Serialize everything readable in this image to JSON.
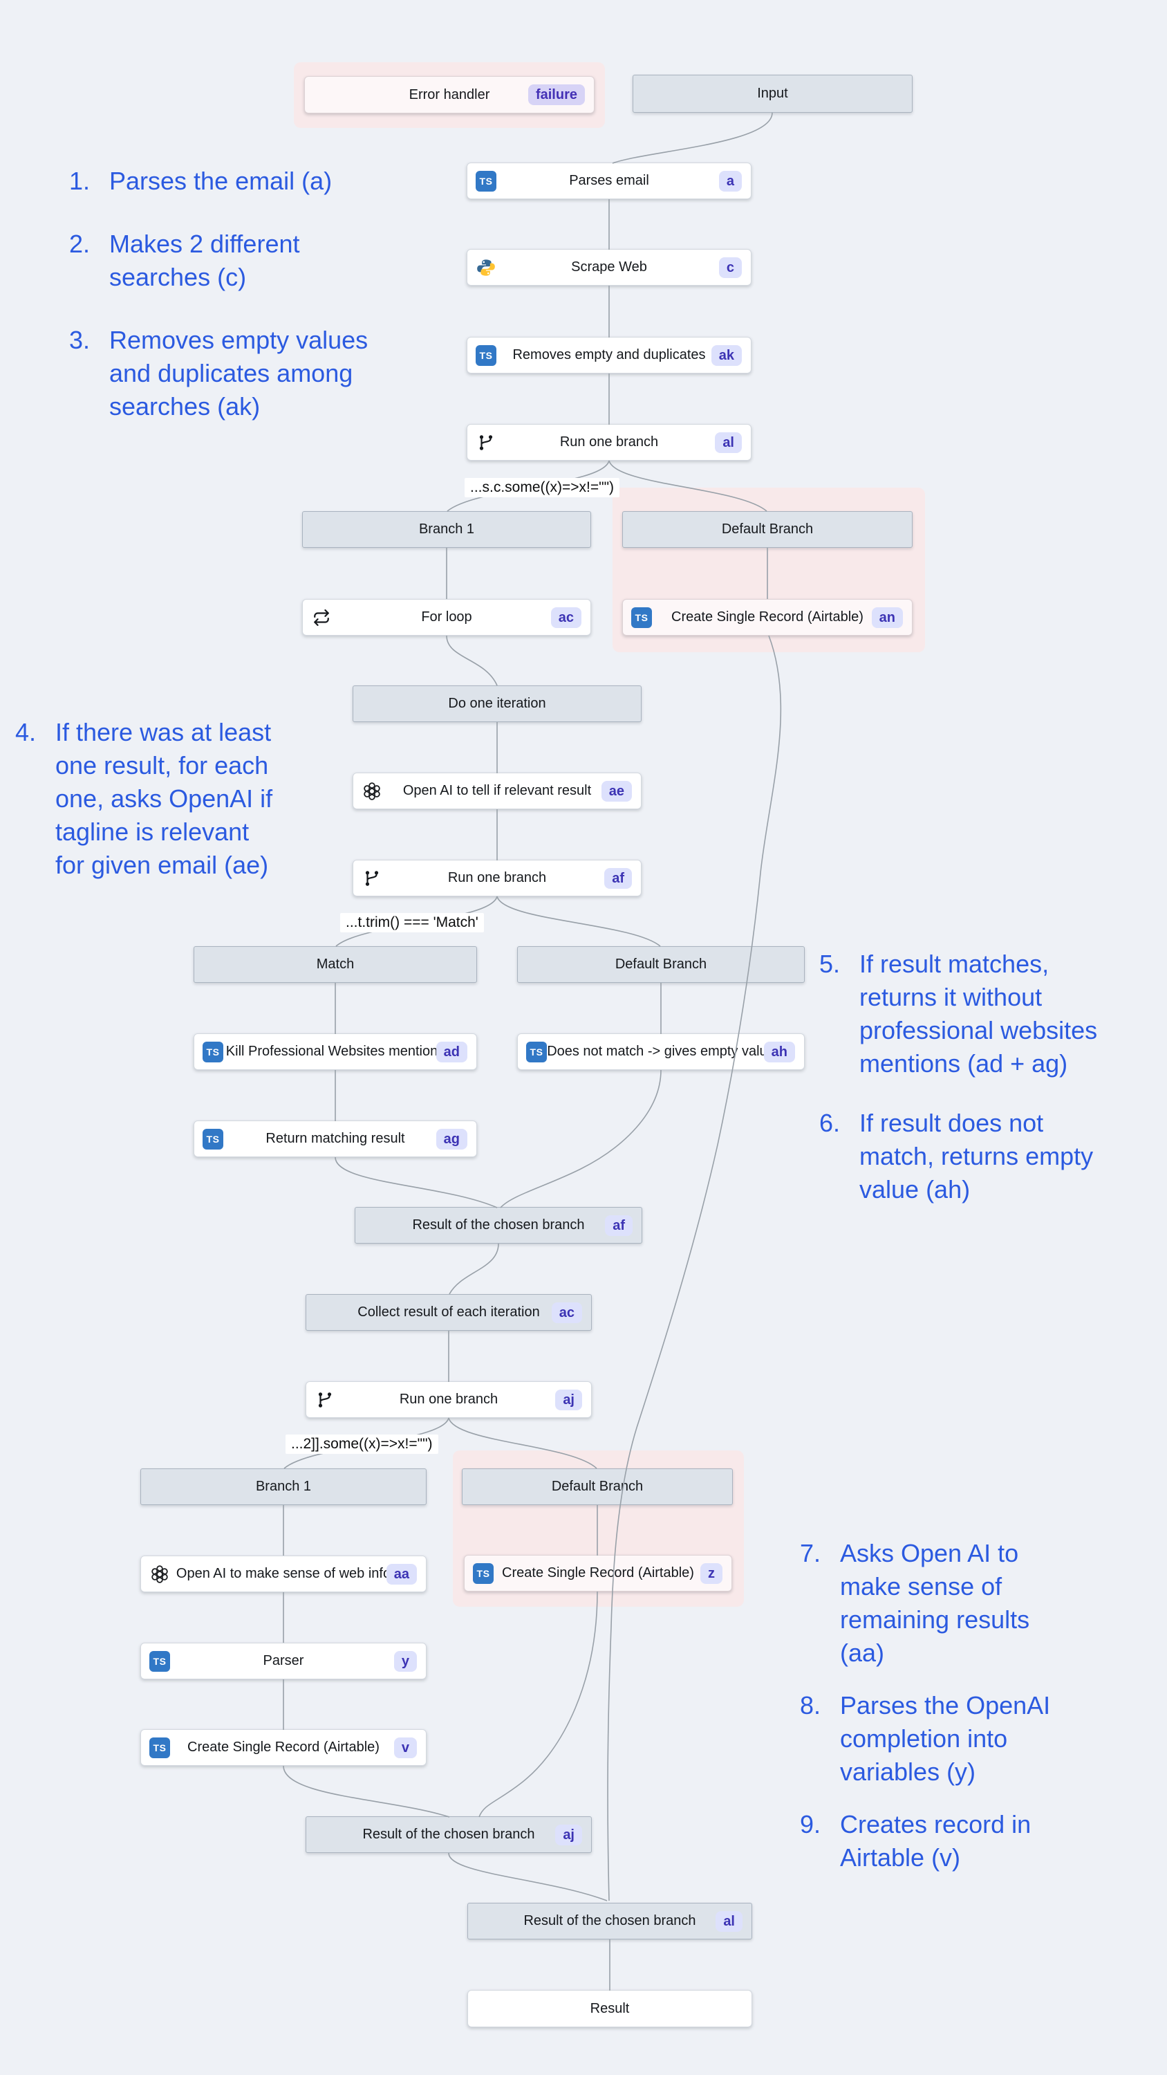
{
  "nodes": {
    "error_handler": {
      "label": "Error handler",
      "badge": "failure"
    },
    "input": {
      "label": "Input"
    },
    "parses_email": {
      "label": "Parses email",
      "badge": "a"
    },
    "scrape_web": {
      "label": "Scrape Web",
      "badge": "c"
    },
    "removes_empty": {
      "label": "Removes empty and duplicates",
      "badge": "ak"
    },
    "run_one_branch_al": {
      "label": "Run one branch",
      "badge": "al"
    },
    "branch1_r1": {
      "label": "Branch 1"
    },
    "default_r1": {
      "label": "Default Branch"
    },
    "for_loop": {
      "label": "For loop",
      "badge": "ac"
    },
    "csr_an": {
      "label": "Create Single Record (Airtable)",
      "badge": "an"
    },
    "do_one_iteration": {
      "label": "Do one iteration"
    },
    "openai_ae": {
      "label": "Open AI to tell if relevant result",
      "badge": "ae"
    },
    "run_one_branch_af": {
      "label": "Run one branch",
      "badge": "af"
    },
    "match": {
      "label": "Match"
    },
    "default_r2": {
      "label": "Default Branch"
    },
    "kill_prof": {
      "label": "Kill Professional Websites mentions",
      "badge": "ad"
    },
    "does_not_match": {
      "label": "Does not match -> gives empty value",
      "badge": "ah"
    },
    "return_matching": {
      "label": "Return matching result",
      "badge": "ag"
    },
    "result_af": {
      "label": "Result of the chosen branch",
      "badge": "af"
    },
    "collect": {
      "label": "Collect result of each iteration",
      "badge": "ac"
    },
    "run_one_branch_aj": {
      "label": "Run one branch",
      "badge": "aj"
    },
    "branch1_r3": {
      "label": "Branch 1"
    },
    "default_r3": {
      "label": "Default Branch"
    },
    "openai_aa": {
      "label": "Open AI to make sense of web info",
      "badge": "aa"
    },
    "csr_z": {
      "label": "Create Single Record (Airtable)",
      "badge": "z"
    },
    "parser": {
      "label": "Parser",
      "badge": "y"
    },
    "csr_v": {
      "label": "Create Single Record (Airtable)",
      "badge": "v"
    },
    "result_aj": {
      "label": "Result of the chosen branch",
      "badge": "aj"
    },
    "result_al": {
      "label": "Result of the chosen branch",
      "badge": "al"
    },
    "result": {
      "label": "Result"
    }
  },
  "conditions": {
    "cond1": "...s.c.some((x)=>x!=\"\")",
    "cond2": "...t.trim() === 'Match'",
    "cond3": "...2]].some((x)=>x!=\"\")"
  },
  "annotations": {
    "a1": {
      "num": "1.",
      "text": "Parses the email (a)"
    },
    "a2": {
      "num": "2.",
      "text": "Makes 2 different\nsearches (c)"
    },
    "a3": {
      "num": "3.",
      "text": "Removes empty values\nand duplicates among\nsearches (ak)"
    },
    "a4": {
      "num": "4.",
      "text": "If there was at least\none result, for each\none, asks OpenAI if\ntagline is relevant\nfor given email (ae)"
    },
    "a5": {
      "num": "5.",
      "text": "If result matches,\nreturns it without\nprofessional websites\nmentions (ad + ag)"
    },
    "a6": {
      "num": "6.",
      "text": "If result does not\nmatch, returns empty\nvalue (ah)"
    },
    "a7": {
      "num": "7.",
      "text": "Asks Open AI to\nmake sense of\nremaining results\n(aa)"
    },
    "a8": {
      "num": "8.",
      "text": "Parses the OpenAI\ncompletion into\nvariables (y)"
    },
    "a9": {
      "num": "9.",
      "text": "Creates record in\nAirtable (v)"
    }
  },
  "colors": {
    "background": "#eef1f6",
    "annotation_blue": "#2b5ae0",
    "badge_bg": "#dde1fc",
    "badge_text": "#3c33b4",
    "pink_halo": "#f8e9ea",
    "header_bg": "#dde3ea",
    "typescript_blue": "#3178c6",
    "wire_gray": "#98a0a8"
  }
}
